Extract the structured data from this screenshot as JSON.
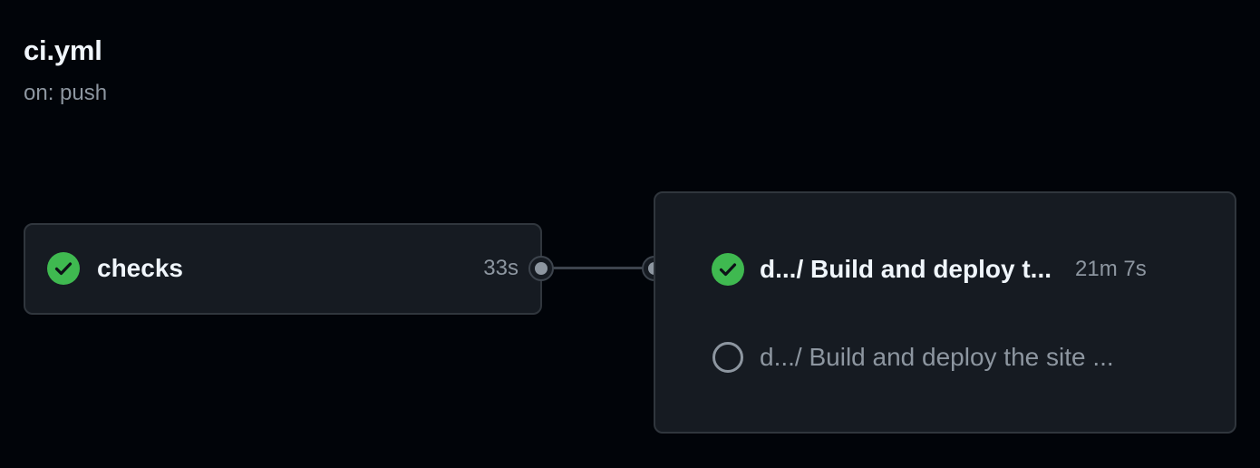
{
  "workflow": {
    "title": "ci.yml",
    "trigger": "on: push"
  },
  "jobs": [
    {
      "name": "checks",
      "duration": "33s",
      "status": "success",
      "status_icon": "check-circle-icon"
    }
  ],
  "deploy_group": {
    "jobs": [
      {
        "name": "d.../ Build and deploy t...",
        "duration": "21m 7s",
        "status": "success",
        "status_icon": "check-circle-icon"
      },
      {
        "name": "d.../ Build and deploy the site ...",
        "duration": "",
        "status": "pending",
        "status_icon": "empty-circle-icon"
      }
    ]
  },
  "colors": {
    "background": "#010409",
    "card_background": "#161b22",
    "card_border": "#30363d",
    "success": "#3fb950",
    "muted_text": "#8d96a0",
    "primary_text": "#f0f6fc"
  }
}
